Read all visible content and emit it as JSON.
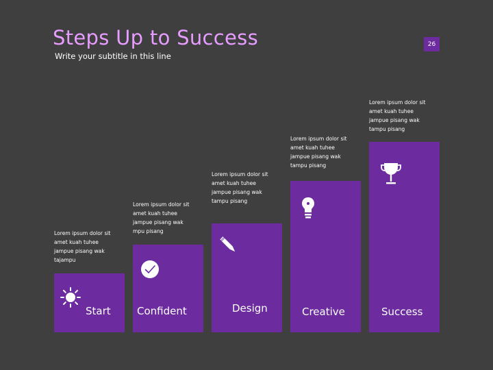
{
  "header": {
    "title": "Steps Up to Success",
    "subtitle": "Write your subtitle in this line",
    "page_number": "26"
  },
  "colors": {
    "background": "#3f3f3f",
    "accent": "#6c2b9f",
    "title": "#e79cff"
  },
  "steps": [
    {
      "label": "Start",
      "icon": "sun-icon",
      "description": [
        "Lorem ipsum dolor sit",
        "amet kuah tuhee",
        "jampue pisang wak",
        "tajampu"
      ]
    },
    {
      "label": "Confident",
      "icon": "checkmark-circle-icon",
      "description": [
        "Lorem ipsum dolor sit",
        "amet kuah tuhee",
        "jampue pisang wak",
        "mpu pisang"
      ]
    },
    {
      "label": "Design",
      "icon": "pencil-icon",
      "description": [
        "Lorem ipsum dolor sit",
        "amet kuah tuhee",
        "jampue pisang wak",
        "tampu pisang"
      ]
    },
    {
      "label": "Creative",
      "icon": "lightbulb-icon",
      "description": [
        "Lorem ipsum dolor sit",
        "amet kuah tuhee",
        "jampue pisang wak",
        "tampu pisang"
      ]
    },
    {
      "label": "Success",
      "icon": "trophy-icon",
      "description": [
        "Lorem ipsum dolor sit",
        "amet kuah tuhee",
        "jampue pisang wak",
        "tampu pisang"
      ]
    }
  ]
}
